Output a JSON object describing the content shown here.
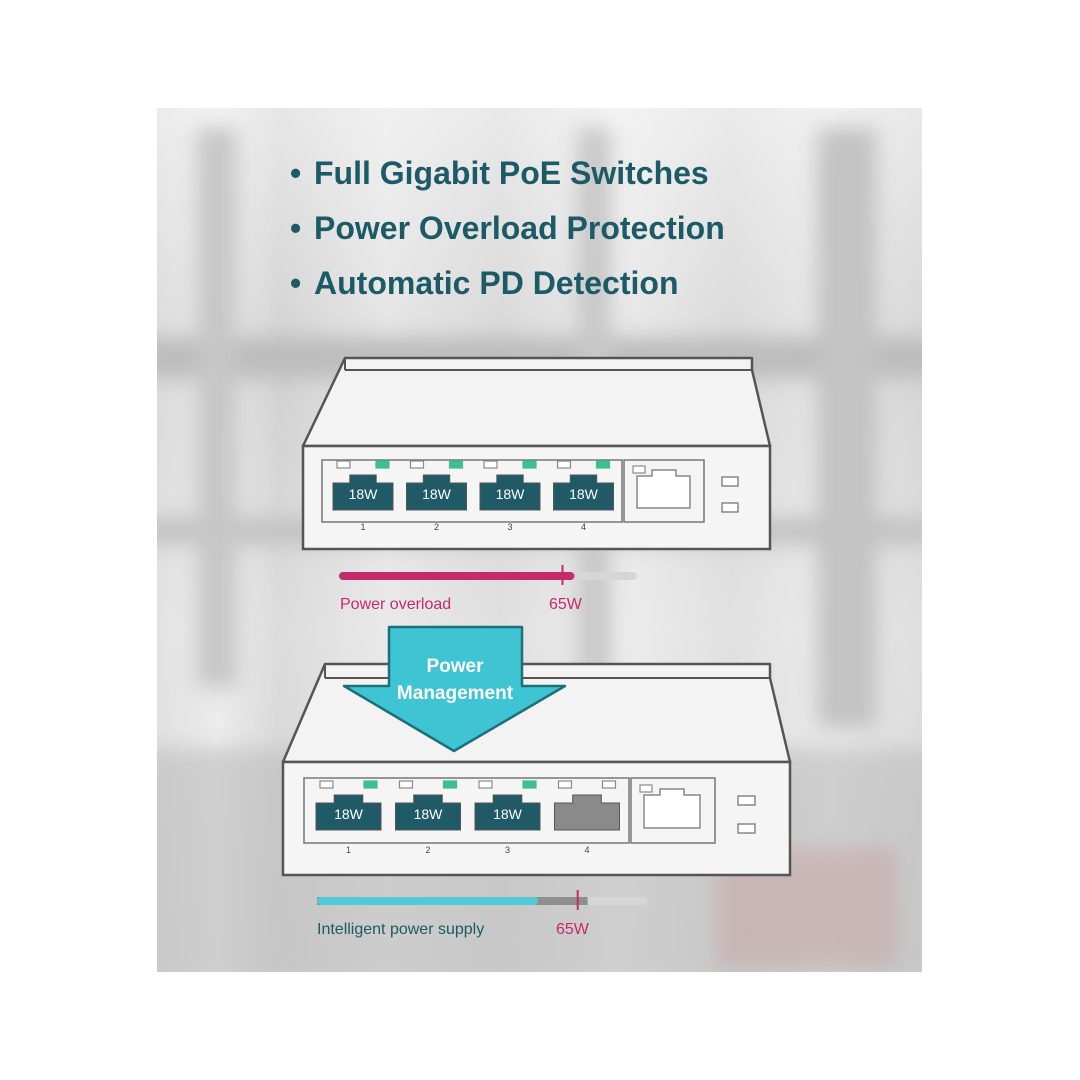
{
  "features": [
    "Full Gigabit PoE Switches",
    "Power Overload Protection",
    "Automatic PD Detection"
  ],
  "top_switch": {
    "ports": [
      {
        "label": "18W",
        "number": "1",
        "active": true
      },
      {
        "label": "18W",
        "number": "2",
        "active": true
      },
      {
        "label": "18W",
        "number": "3",
        "active": true
      },
      {
        "label": "18W",
        "number": "4",
        "active": true
      }
    ],
    "power_bar": {
      "caption": "Power overload",
      "limit_label": "65W",
      "fill_fraction": 0.79,
      "limit_fraction": 0.75,
      "color": "#c42a6c"
    }
  },
  "arrow": {
    "line1": "Power",
    "line2": "Management",
    "color": "#3fc4d4"
  },
  "bottom_switch": {
    "ports": [
      {
        "label": "18W",
        "number": "1",
        "active": true
      },
      {
        "label": "18W",
        "number": "2",
        "active": true
      },
      {
        "label": "18W",
        "number": "3",
        "active": true
      },
      {
        "label": "",
        "number": "4",
        "active": false
      }
    ],
    "power_bar": {
      "caption": "Intelligent power supply",
      "limit_label": "65W",
      "fill_fraction": 0.67,
      "reserve_fraction": 0.82,
      "limit_fraction": 0.79,
      "color": "#4fcbd8"
    }
  },
  "colors": {
    "text": "#1c5a66",
    "port": "#1f5a66",
    "port_disabled": "#8a8a8a",
    "led": "#3fbf8f",
    "overload": "#c42a6c"
  }
}
